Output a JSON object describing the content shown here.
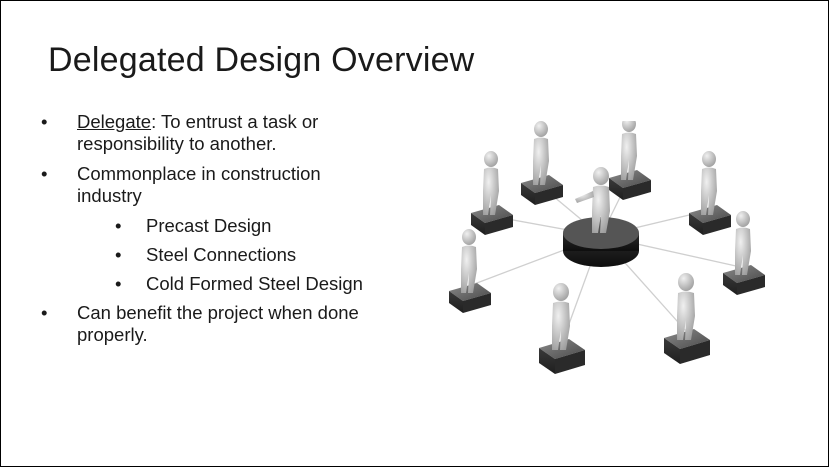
{
  "slide": {
    "title": "Delegated Design Overview",
    "bullet_char": "•",
    "bullets": {
      "b1": {
        "term": "Delegate",
        "text": ": To entrust a task or responsibility to another."
      },
      "b2": {
        "text": "Commonplace in construction industry"
      },
      "sub": [
        "Precast Design",
        "Steel Connections",
        "Cold Formed Steel Design"
      ],
      "b3": {
        "text": "Can benefit the project when done properly."
      }
    },
    "illustration": {
      "icon": "delegation-network-figures-icon"
    }
  },
  "colors": {
    "background": "#ffffff",
    "text": "#1a1a1a",
    "border": "#000000"
  }
}
